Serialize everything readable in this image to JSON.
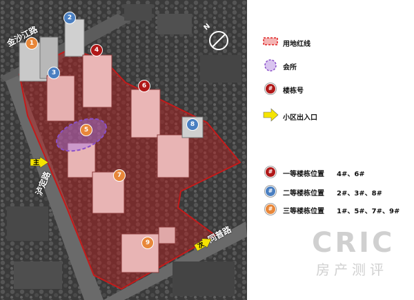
{
  "map": {
    "roads": {
      "top": "金沙江路",
      "left": "泸定路",
      "bottom": "同普路"
    },
    "north_letter": "N",
    "entrances": [
      {
        "label": "主"
      },
      {
        "label": "次"
      }
    ],
    "buildings": [
      {
        "number": "1",
        "tier": "third",
        "color": "#e8873a"
      },
      {
        "number": "2",
        "tier": "second",
        "color": "#4a7fc1"
      },
      {
        "number": "3",
        "tier": "second",
        "color": "#4a7fc1"
      },
      {
        "number": "4",
        "tier": "first",
        "color": "#b01818"
      },
      {
        "number": "5",
        "tier": "third",
        "color": "#e8873a"
      },
      {
        "number": "6",
        "tier": "first",
        "color": "#b01818"
      },
      {
        "number": "7",
        "tier": "third",
        "color": "#e8873a"
      },
      {
        "number": "8",
        "tier": "second",
        "color": "#4a7fc1"
      },
      {
        "number": "9",
        "tier": "third",
        "color": "#e8873a"
      }
    ]
  },
  "legend": {
    "items": [
      {
        "symbol": "red-line-area",
        "label": "用地红线"
      },
      {
        "symbol": "clubhouse-dashed-circle",
        "label": "会所"
      },
      {
        "symbol": "#",
        "label": "楼栋号",
        "color": "#b01818"
      },
      {
        "symbol": "arrow",
        "label": "小区出入口"
      }
    ],
    "tiers": [
      {
        "symbol": "#",
        "color": "#b01818",
        "label": "一等楼栋位置",
        "buildings": "4#、6#"
      },
      {
        "symbol": "#",
        "color": "#4a7fc1",
        "label": "二等楼栋位置",
        "buildings": "2#、3#、8#"
      },
      {
        "symbol": "#",
        "color": "#e8873a",
        "label": "三等楼栋位置",
        "buildings": "1#、5#、7#、9#"
      }
    ]
  },
  "watermark": {
    "en": "CRIC",
    "cn": "房产测评"
  },
  "colors": {
    "site_fill": "rgba(190,30,30,0.45)",
    "site_line": "#c41a1a",
    "clubhouse": "#8a4fc8",
    "entrance_arrow": "#f5e400"
  }
}
